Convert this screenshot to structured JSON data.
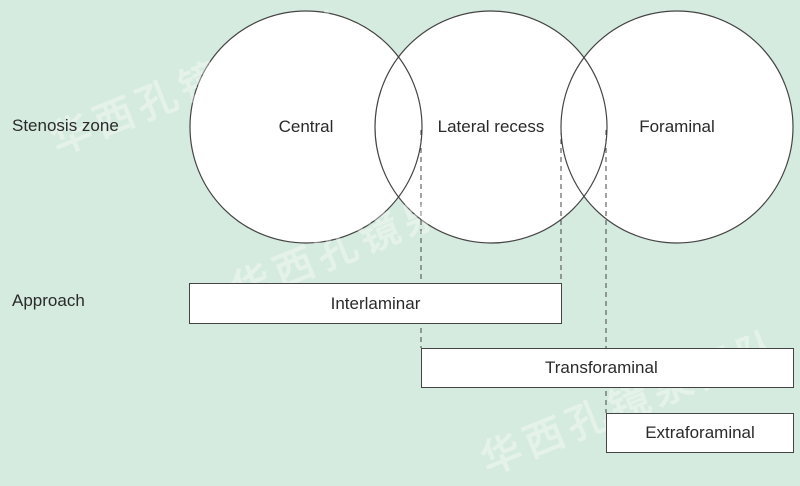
{
  "rows": {
    "stenosis_label": "Stenosis zone",
    "approach_label": "Approach"
  },
  "zones": [
    {
      "label": "Central"
    },
    {
      "label": "Lateral recess"
    },
    {
      "label": "Foraminal"
    }
  ],
  "approaches": [
    {
      "label": "Interlaminar"
    },
    {
      "label": "Transforaminal"
    },
    {
      "label": "Extraforaminal"
    }
  ],
  "watermark": {
    "text": "华西孔镜泉团队"
  },
  "colors": {
    "background": "#d6ebdf",
    "circle_fill": "#ffffff",
    "stroke": "#444444"
  }
}
